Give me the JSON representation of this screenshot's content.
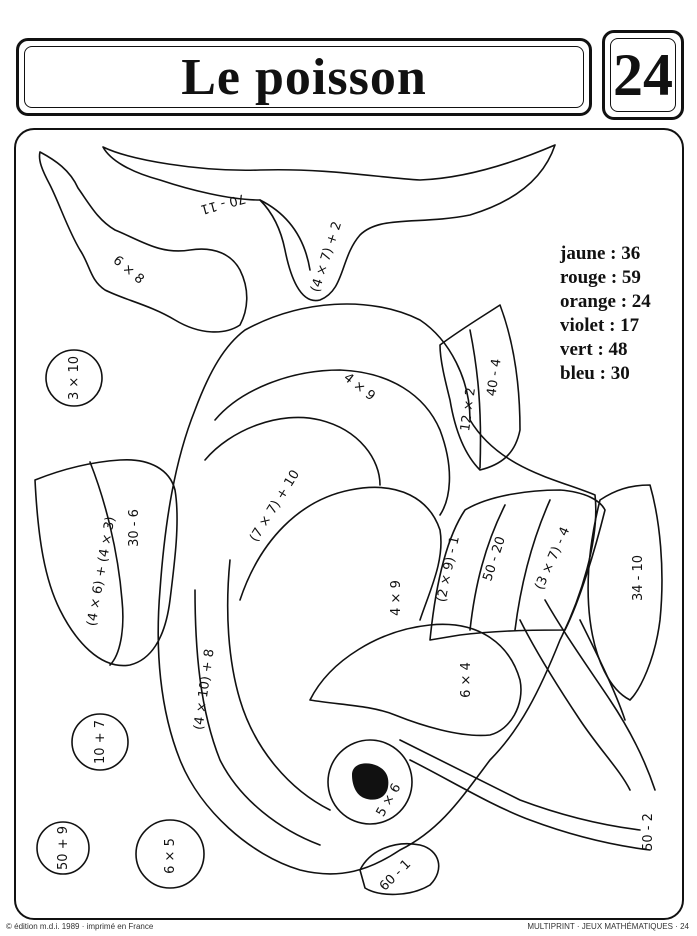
{
  "title": "Le poisson",
  "number": "24",
  "legend": [
    {
      "color": "jaune",
      "value": "36"
    },
    {
      "color": "rouge",
      "value": "59"
    },
    {
      "color": "orange",
      "value": "24"
    },
    {
      "color": "violet",
      "value": "17"
    },
    {
      "color": "vert",
      "value": "48"
    },
    {
      "color": "bleu",
      "value": "30"
    }
  ],
  "regions": {
    "tail_top": "70 - 11",
    "tail_fin": "6 × 8",
    "tail_stem": "(4 × 7) + 2",
    "dorsal_a": "12 × 2",
    "dorsal_b": "40 - 4",
    "bubble_1": "3 × 10",
    "back": "4 × 9",
    "body_upper": "(7 × 7) + 10",
    "fin_left_a": "(4 × 6) + (4 × 3)",
    "fin_left_b": "30 - 6",
    "belly_band": "(4 × 10) + 8",
    "body_center": "4 × 9",
    "cheek": "6 × 4",
    "stripe_a": "(2 × 9) - 1",
    "stripe_b": "50 - 20",
    "stripe_c": "(3 × 7) - 4",
    "weed_right": "34 - 10",
    "eye": "5 × 6",
    "mouth": "60 - 1",
    "bubble_2": "10 + 7",
    "bubble_3": "50 + 9",
    "bubble_4": "6 × 5",
    "seaweed_tip": "50 - 2"
  },
  "footer_left": "© édition m.d.i. 1989 · imprimé en France",
  "footer_right": "MULTIPRINT · JEUX MATHÉMATIQUES · 24"
}
